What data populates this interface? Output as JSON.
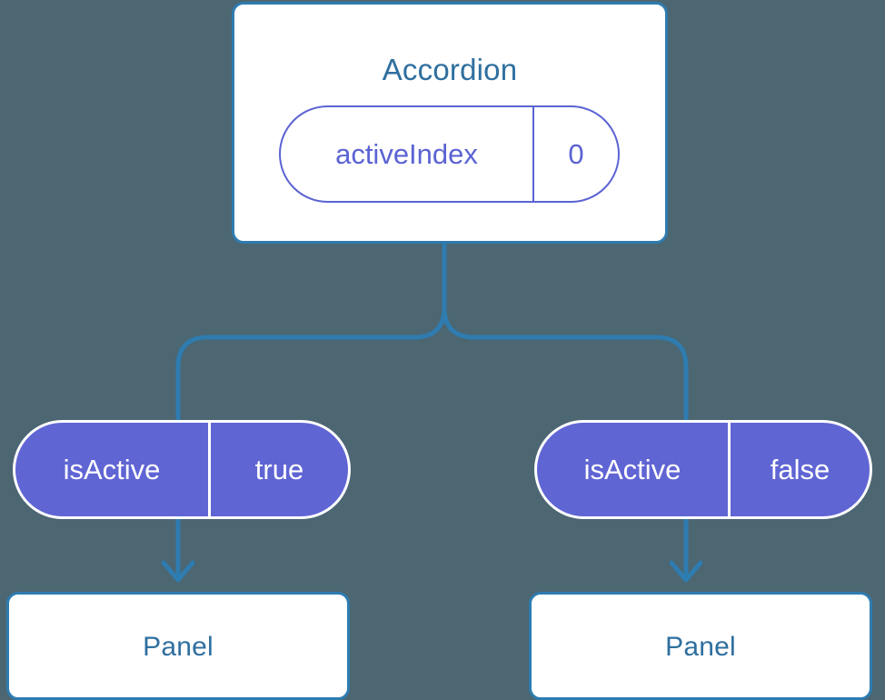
{
  "diagram": {
    "type": "component-tree",
    "background_color": "#4c6672",
    "accent_blue": "#2e7cb0",
    "title_blue": "#2f6f9f",
    "prop_purple": "#6065d4",
    "state_purple": "#5b63d3",
    "white": "#ffffff"
  },
  "root": {
    "title": "Accordion",
    "state_pill": {
      "key": "activeIndex",
      "value": "0"
    }
  },
  "branches": [
    {
      "side": "left",
      "prop_pill": {
        "key": "isActive",
        "value": "true"
      },
      "child": {
        "title": "Panel"
      }
    },
    {
      "side": "right",
      "prop_pill": {
        "key": "isActive",
        "value": "false"
      },
      "child": {
        "title": "Panel"
      }
    }
  ]
}
